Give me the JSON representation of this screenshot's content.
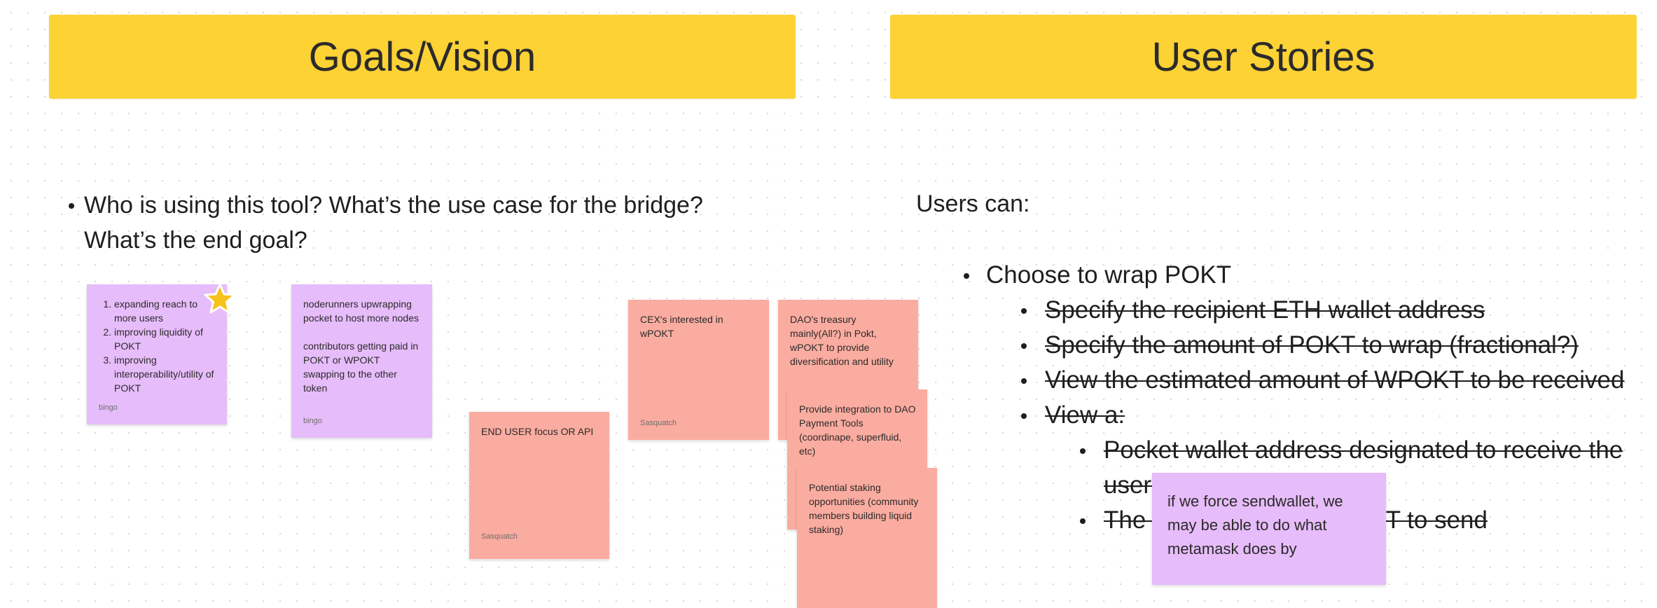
{
  "headers": {
    "goals": "Goals/Vision",
    "user_stories": "User Stories"
  },
  "goals_section": {
    "bullets": [
      "Who is using this tool? What’s the use case for the bridge? What’s the end goal?"
    ]
  },
  "stickies": {
    "goals_list": {
      "items": [
        "expanding reach to more users",
        "improving liquidity of POKT",
        "improving interoperability/utility of POKT"
      ],
      "author": "bingo"
    },
    "noderunners": {
      "para1": "noderunners upwrapping pocket to host more nodes",
      "para2": "contributors getting paid in POKT or WPOKT swapping to the other token",
      "author": "bingo"
    },
    "end_user": {
      "text": "END USER focus OR API",
      "author": "Sasquatch"
    },
    "cex": {
      "text": "CEX's interested in wPOKT",
      "author": "Sasquatch"
    },
    "dao_treasury": {
      "text": "DAO's treasury mainly(All?) in Pokt, wPOKT to provide diversification and utility"
    },
    "dao_payment": {
      "text": "Provide integration to DAO Payment Tools (coordinape, superfluid, etc)"
    },
    "staking": {
      "text": "Potential staking opportunities (community members building liquid staking)"
    },
    "sendwallet": {
      "text": "if we force sendwallet, we may be able to do what metamask does by"
    }
  },
  "user_stories": {
    "intro": "Users can:",
    "main_item": "Choose to wrap POKT",
    "sub_items": [
      "Specify the recipient ETH wallet address",
      "Specify the amount of POKT to wrap (fractional?)",
      "View the estimated amount of WPOKT to be received",
      "View a:"
    ],
    "sub_sub_items": [
      " Pocket wallet address designated to receive the user’s POKT",
      "The exact amount of POKT to send"
    ]
  },
  "colors": {
    "header_yellow": "#fdd235",
    "sticky_purple": "#e7bcfa",
    "sticky_pink": "#fbaca0",
    "star": "#f8c21c"
  }
}
